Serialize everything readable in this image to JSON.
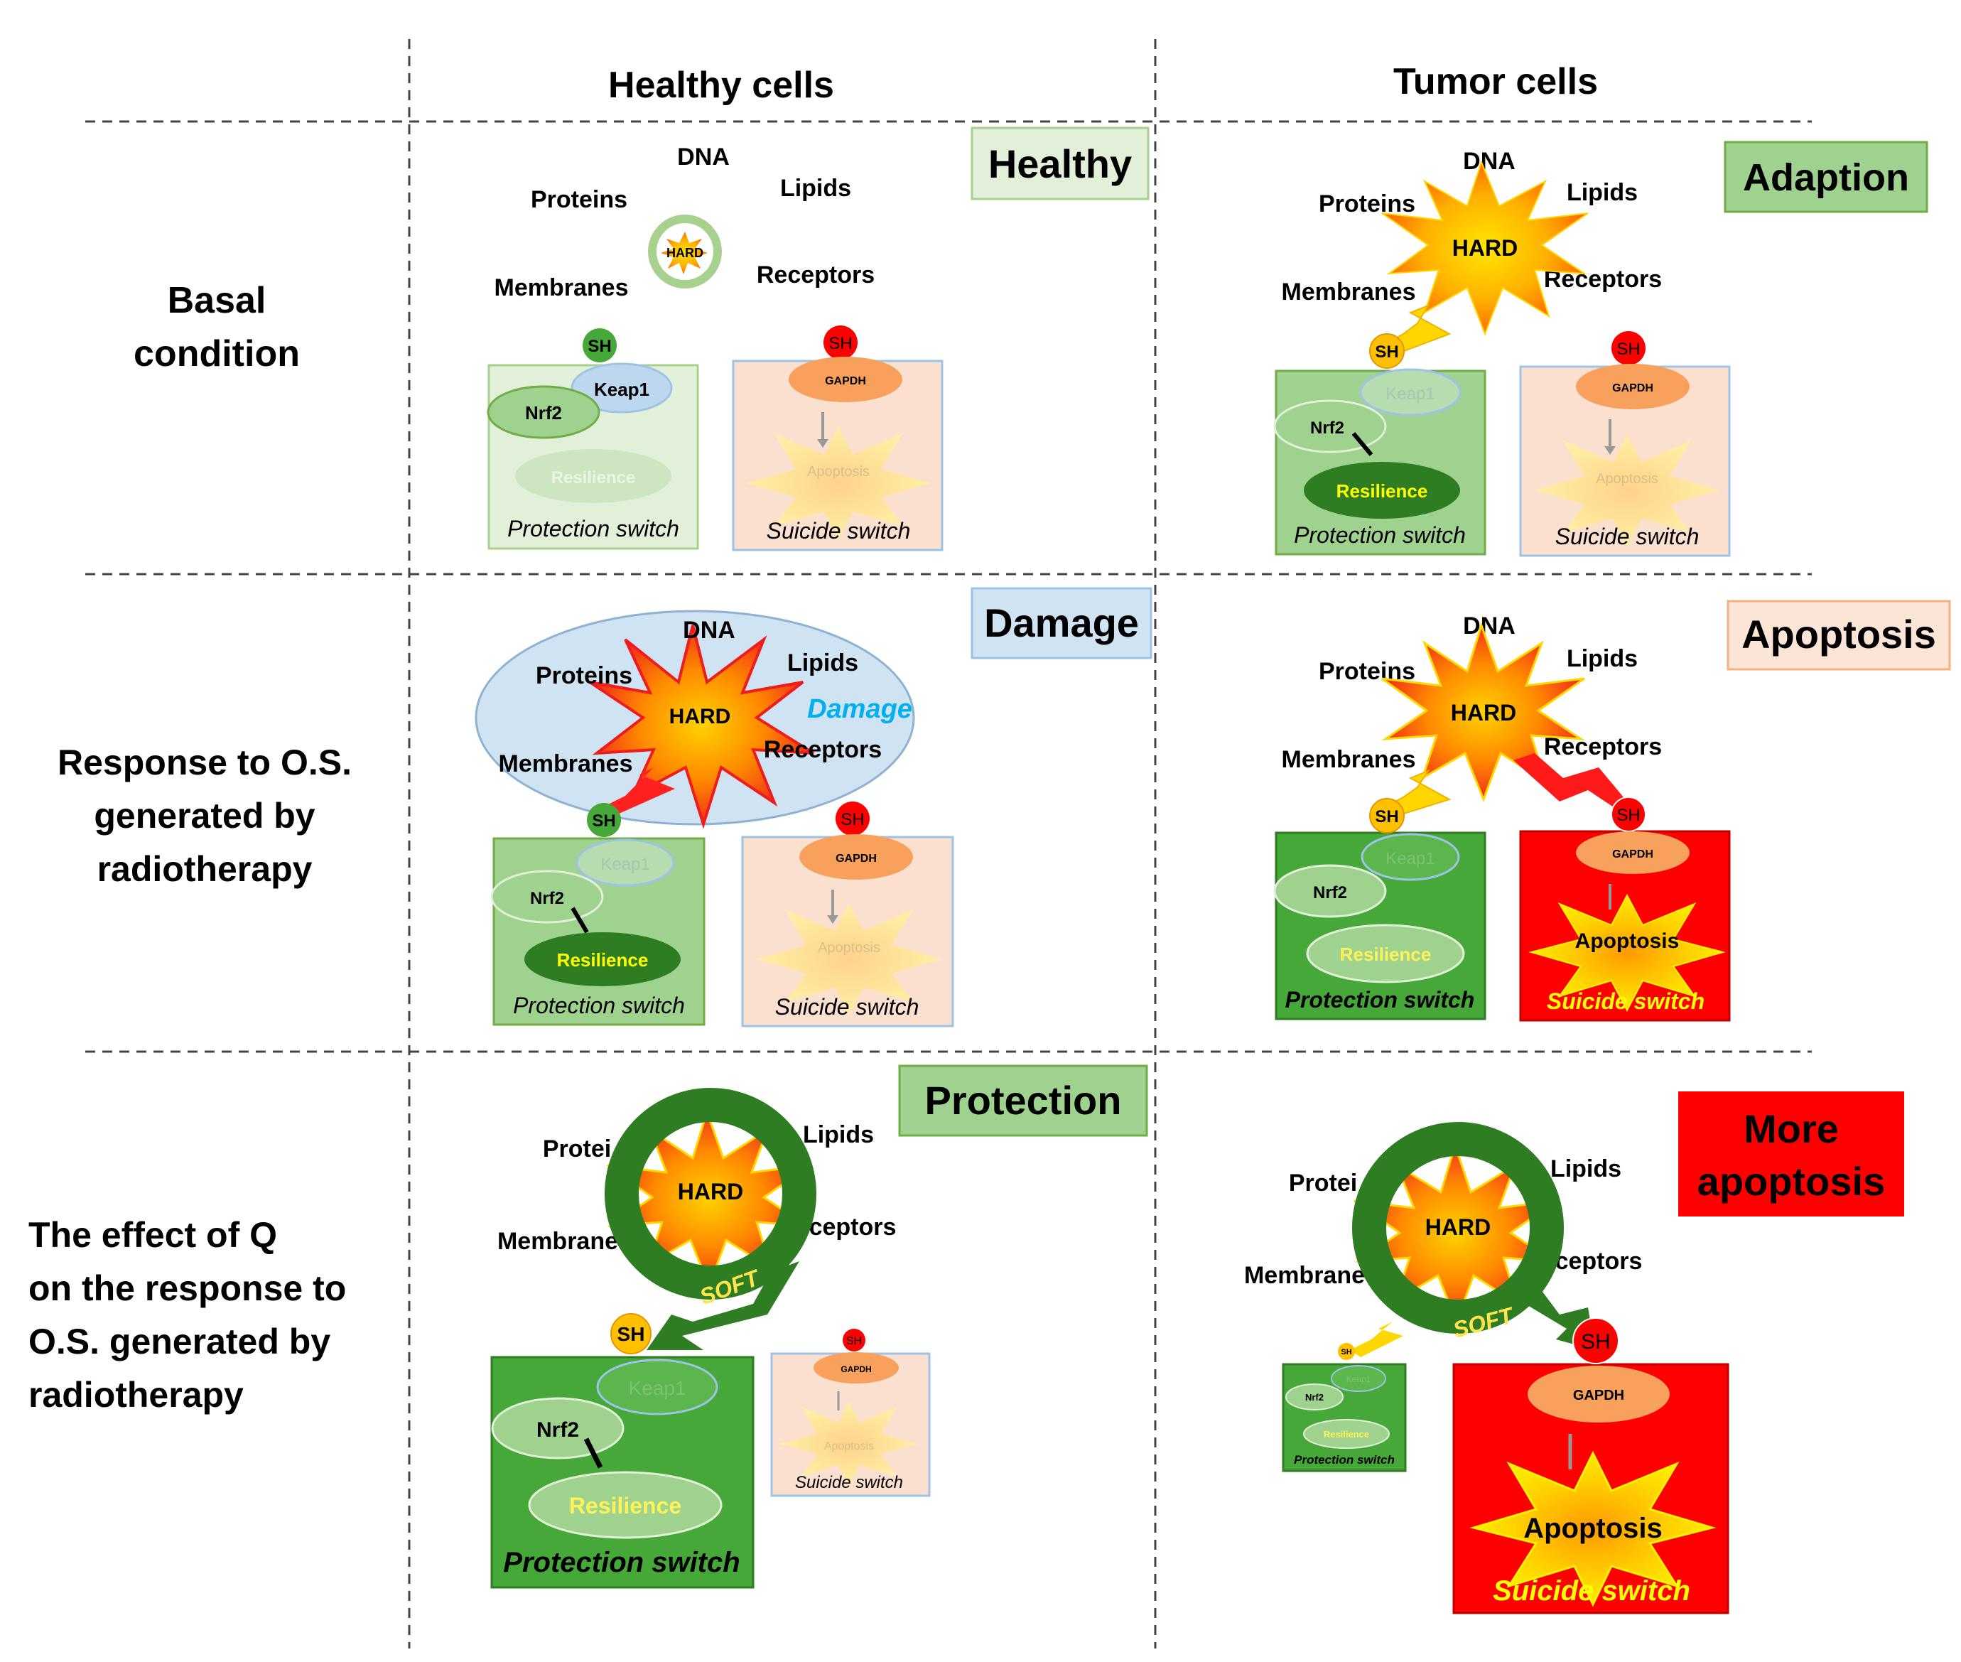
{
  "columns": {
    "healthy": "Healthy cells",
    "tumor": "Tumor cells"
  },
  "rows": {
    "basal": [
      "Basal",
      "condition"
    ],
    "response": [
      "Response to O.S.",
      "generated by",
      "radiotherapy"
    ],
    "effect": [
      "The effect of Q",
      "on the response to",
      "O.S. generated by",
      "radiotherapy"
    ]
  },
  "badges": {
    "healthy": "Healthy",
    "adaption": "Adaption",
    "damage": "Damage",
    "apoptosis": "Apoptosis",
    "protection": "Protection",
    "more_apoptosis": [
      "More",
      "apoptosis"
    ]
  },
  "targets": {
    "dna": "DNA",
    "proteins": "Proteins",
    "lipids": "Lipids",
    "membranes": "Membranes",
    "receptors": "Receptors",
    "protein_cut": "Protei",
    "membrane_cut": "Membrane",
    "lipids_cut": "Lipids",
    "receptors_cut": "ceptors",
    "receptors_partial": "Receptors",
    "proteins_partial": "Proteins",
    "membranes_partial": "Membranes"
  },
  "hard": "HARD",
  "soft": "SOFT",
  "damage_word": "Damage",
  "switch": {
    "sh": "SH",
    "keap1": "Keap1",
    "nrf2": "Nrf2",
    "resilience": "Resilience",
    "protection": "Protection switch",
    "gapdh": "GAPDH",
    "apoptosis": "Apoptosis",
    "suicide": "Suicide switch"
  },
  "colors": {
    "dark_green": "#2f7d22",
    "mid_green": "#47a83a",
    "light_green": "#9fd28e",
    "pale_green": "#e2f0d9",
    "red": "#ff0000",
    "pale_peach": "#fbe0d0",
    "light_blue": "#cfe3f3",
    "orange": "#f7a15c",
    "yellow": "#ffe44d"
  }
}
